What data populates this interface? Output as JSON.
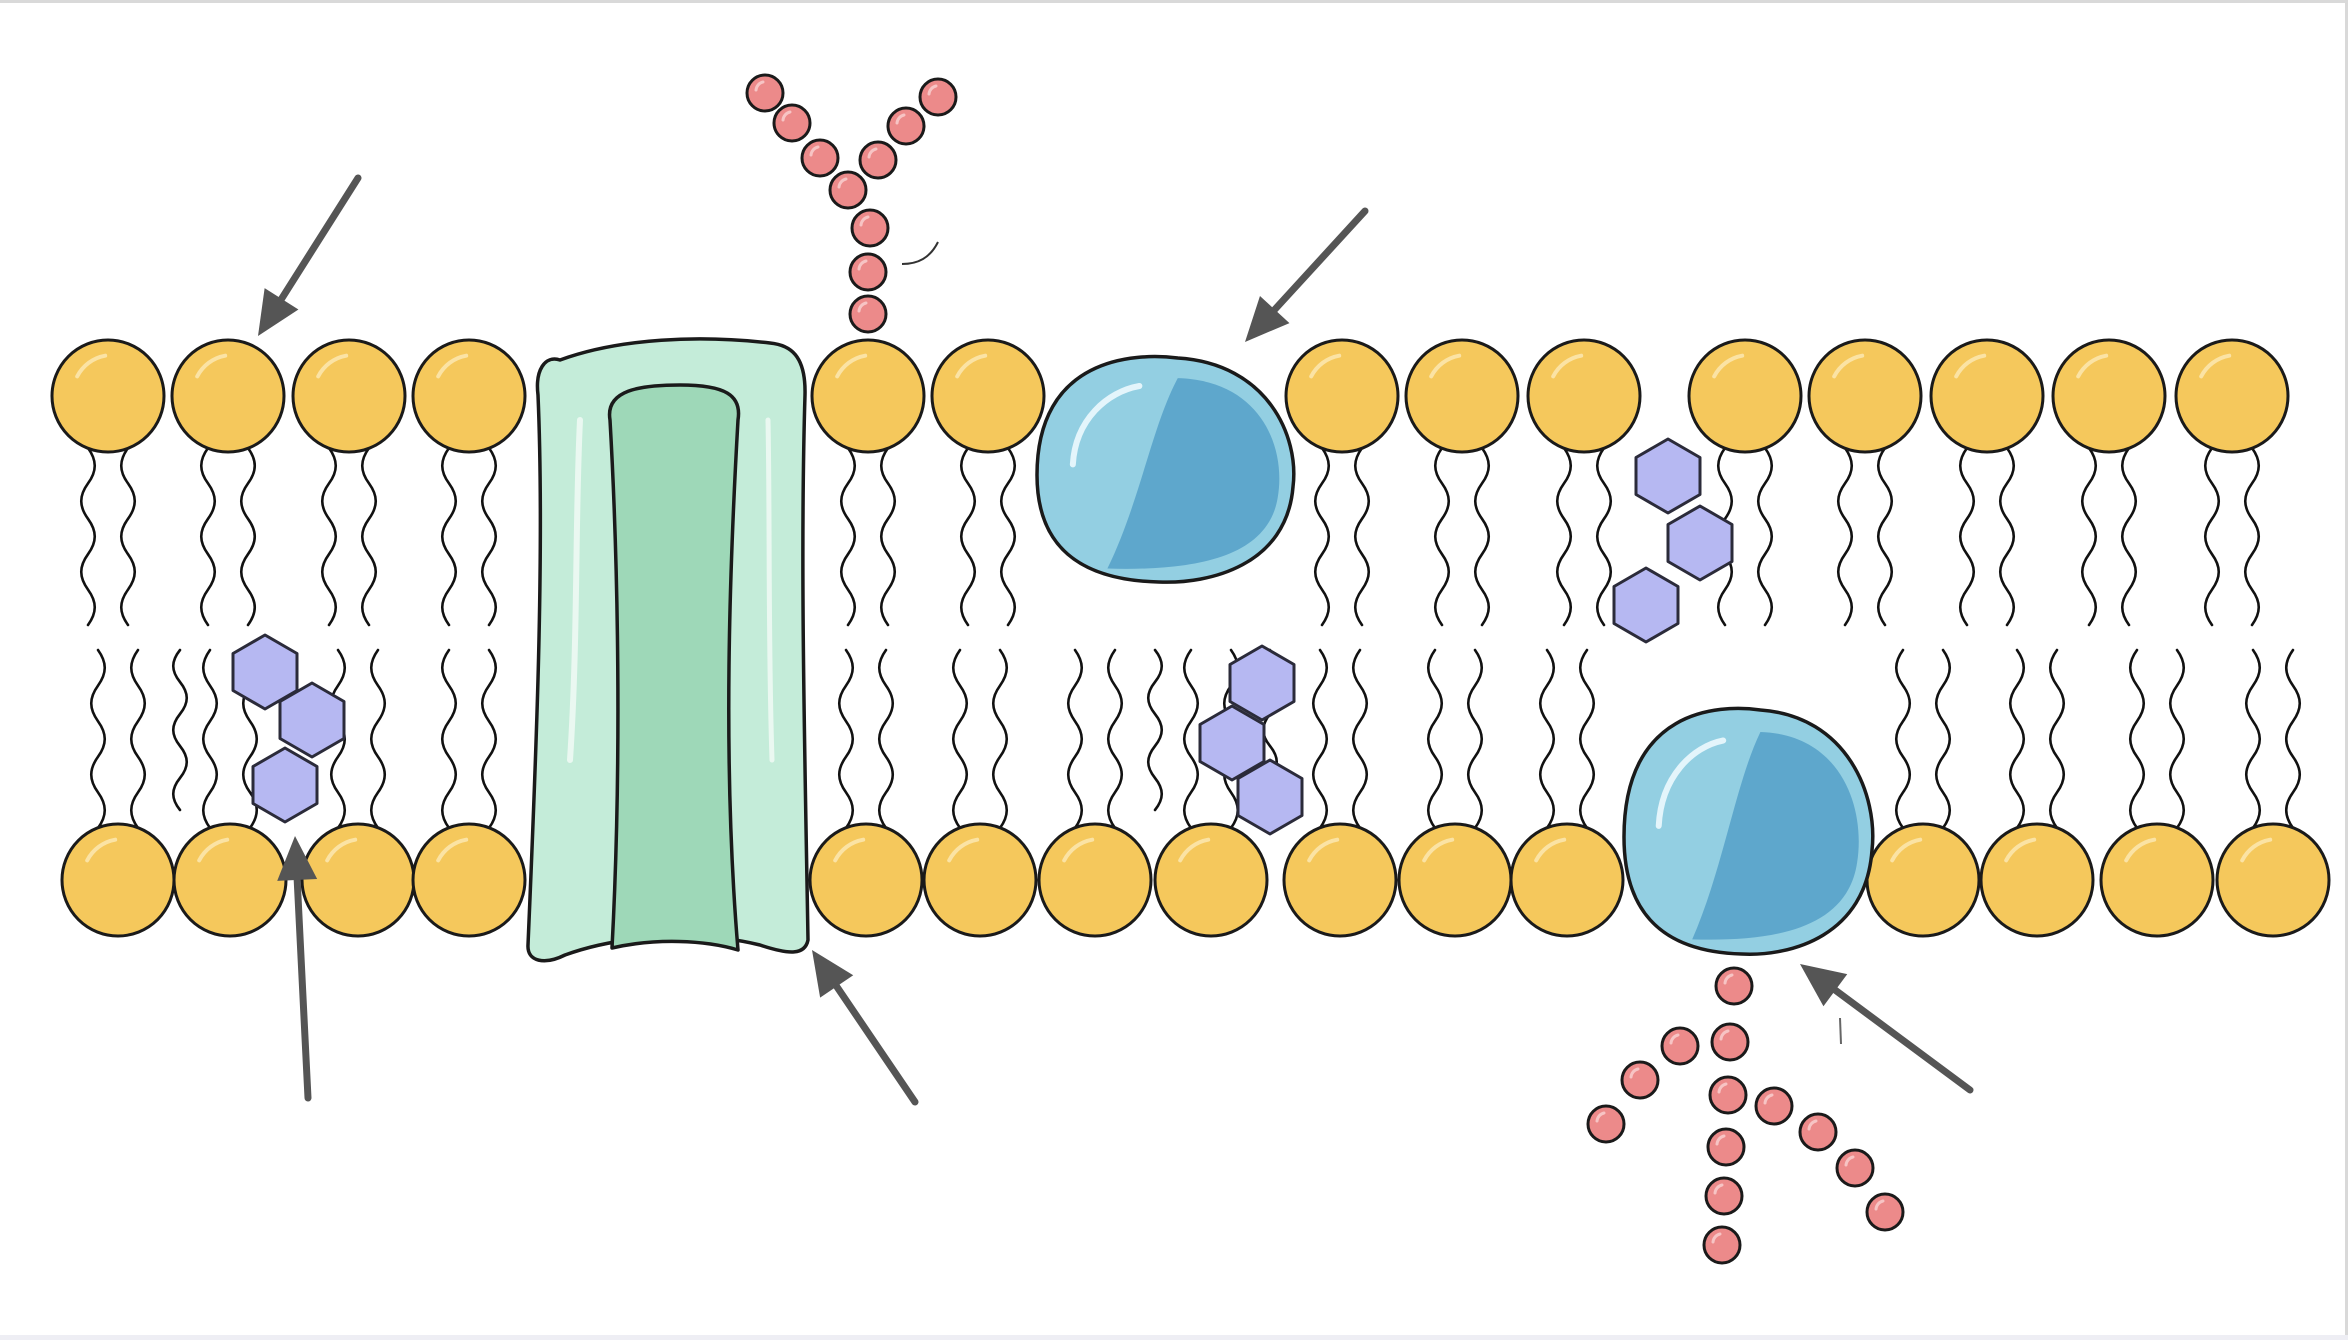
{
  "diagram": {
    "labels": [],
    "colors": {
      "phospholipid_head": "#f5c85c",
      "phospholipid_outline": "#1a1a1a",
      "tail": "#111111",
      "cholesterol": "#b6b8f2",
      "cholesterol_outline": "#2b2b3a",
      "channel_outer": "#c4ecd9",
      "channel_inner": "#9ed8b8",
      "globular_protein_light": "#93cfe2",
      "globular_protein_dark": "#5ea7cc",
      "carbohydrate": "#ec8a8a",
      "arrow": "#555555",
      "frame": "#d9d9d9"
    },
    "components": [
      {
        "name": "phospholipid-bilayer",
        "icon": "phospholipid-icon"
      },
      {
        "name": "cholesterol",
        "icon": "hexagon-ring-icon"
      },
      {
        "name": "channel-protein",
        "icon": "channel-protein-icon"
      },
      {
        "name": "glycoprotein",
        "icon": "globular-protein-icon"
      },
      {
        "name": "glycolipid",
        "icon": "carbohydrate-chain-icon"
      }
    ],
    "arrow_count": 5
  }
}
